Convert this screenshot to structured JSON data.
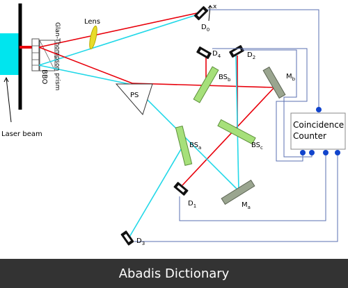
{
  "diagram": {
    "labels": {
      "lens": "Lens",
      "prism": "Glan-Thompson prism",
      "bbo": "BBO",
      "laser_beam": "Laser beam",
      "ps": "PS",
      "d0": "D",
      "d0_sub": "0",
      "d1": "D",
      "d1_sub": "1",
      "d2": "D",
      "d2_sub": "2",
      "d3": "D",
      "d3_sub": "3",
      "d4": "D",
      "d4_sub": "4",
      "x_axis": "x",
      "bsa": "BS",
      "bsa_sub": "a",
      "bsb": "BS",
      "bsb_sub": "b",
      "bsc": "BS",
      "bsc_sub": "c",
      "ma": "M",
      "ma_sub": "a",
      "mb": "M",
      "mb_sub": "b",
      "counter_line1": "Coincidence",
      "counter_line2": "Counter"
    },
    "colors": {
      "laser": "#00e5ee",
      "red_beam": "#e8000b",
      "cyan_beam": "#22d8e8",
      "splitter": "#a6e07a",
      "mirror": "#9aa58f",
      "lens": "#e8dc2a",
      "wire": "#5a6fb0",
      "dot": "#1144cc"
    }
  },
  "footer": {
    "brand": "Abadis Dictionary"
  }
}
